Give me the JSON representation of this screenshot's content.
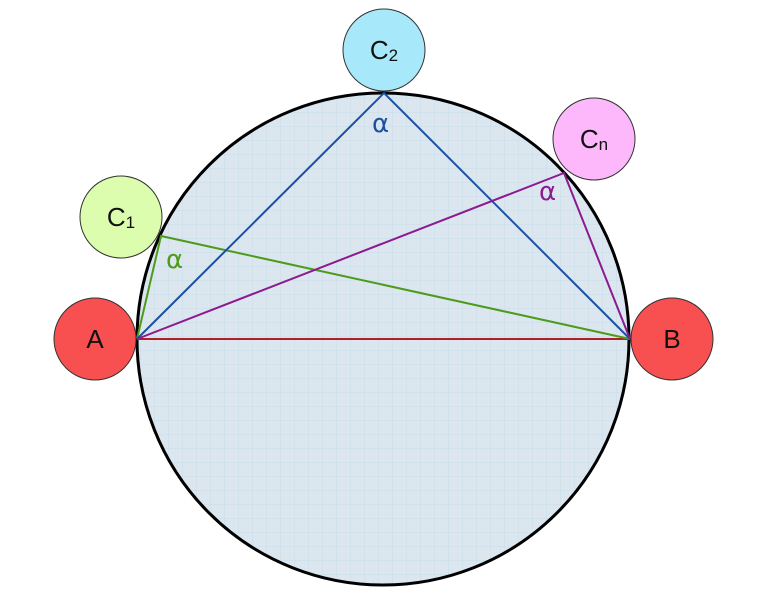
{
  "diagram": {
    "points": {
      "A": {
        "label": "A",
        "sub": "",
        "fill": "#f85050"
      },
      "B": {
        "label": "B",
        "sub": "",
        "fill": "#f85050"
      },
      "C1": {
        "label": "C",
        "sub": "1",
        "fill": "#dcfcae"
      },
      "C2": {
        "label": "C",
        "sub": "2",
        "fill": "#a8e8fb"
      },
      "Cn": {
        "label": "C",
        "sub": "n",
        "fill": "#fcb8fb"
      }
    },
    "angles": {
      "c1": {
        "symbol": "α",
        "color": "#4d9b1a"
      },
      "c2": {
        "symbol": "α",
        "color": "#1c50a0"
      },
      "cn": {
        "symbol": "α",
        "color": "#8c1a90"
      }
    },
    "colors": {
      "circle_fill": "#dbe6ef",
      "circle_stroke": "#000000",
      "chord_ab": "#b01e28",
      "triangle_c1": "#4d9b1a",
      "triangle_c2": "#1c50a0",
      "triangle_cn": "#8c1a90",
      "grid": "#c5dbe9"
    }
  }
}
